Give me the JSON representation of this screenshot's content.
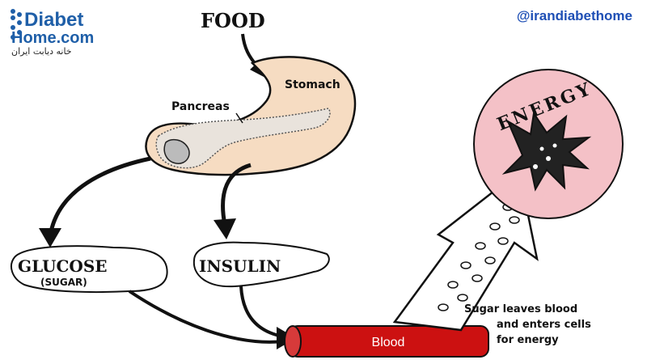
{
  "logo": {
    "line1": "Diabet",
    "line2": "Home.com",
    "subtitle": "خانه دیابت ایران"
  },
  "handle": "@irandiabethome",
  "diagram": {
    "food": "FOOD",
    "stomach": "Stomach",
    "pancreas": "Pancreas",
    "glucose": "GLUCOSE",
    "sugar": "(SUGAR)",
    "insulin": "INSULIN",
    "energy": "ENERGY",
    "blood": "Blood",
    "caption_line1": "Sugar leaves blood",
    "caption_line2": "and enters cells",
    "caption_line3": "for energy"
  },
  "colors": {
    "logo_blue": "#1f5fa8",
    "handle_blue": "#1e4fb5",
    "stomach_fill": "#f6dcc2",
    "energy_pink": "#f4c1c7",
    "blood_red": "#cc1111"
  }
}
